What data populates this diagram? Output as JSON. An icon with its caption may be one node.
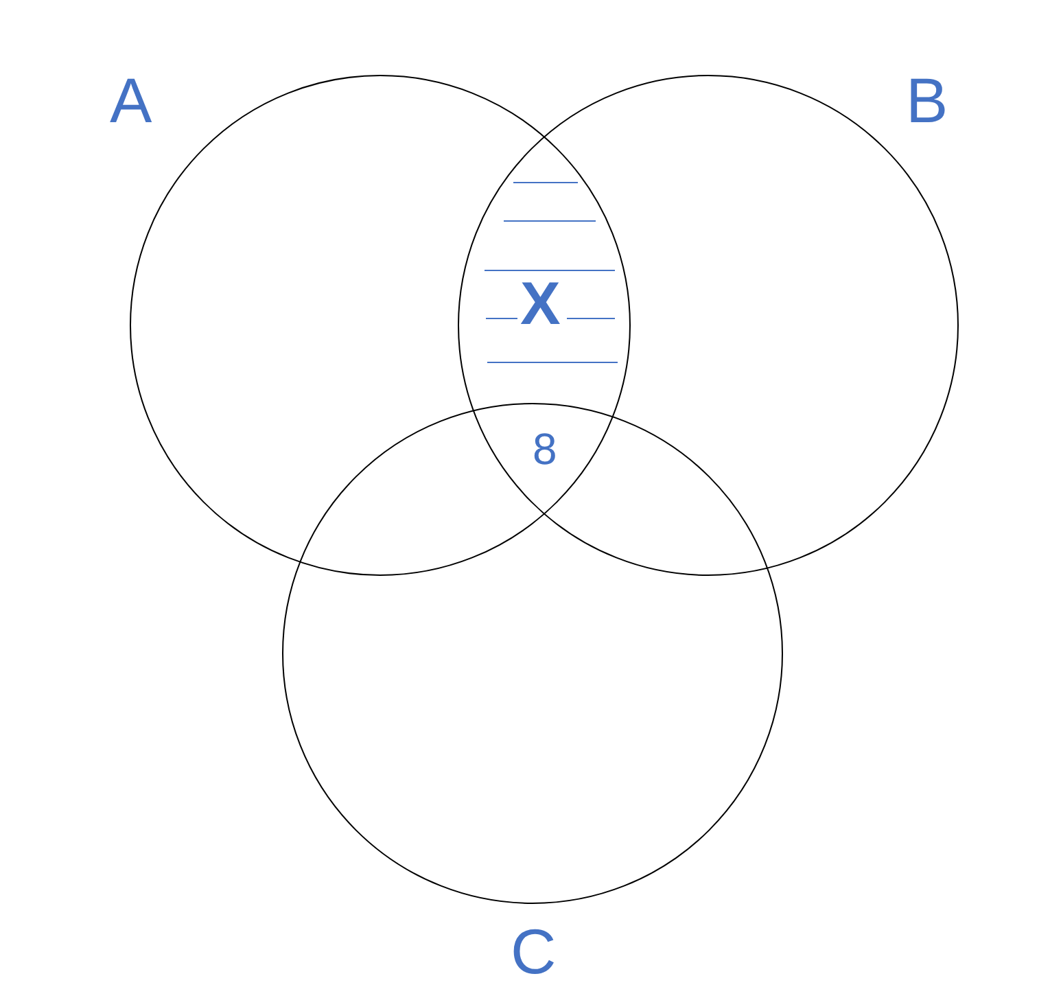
{
  "diagram": {
    "nodes": [
      {
        "text": [
          "A"
        ]
      },
      {
        "text": [
          "B"
        ]
      },
      {
        "text": [
          "C"
        ]
      }
    ],
    "edges": [],
    "labels": [
      "X",
      "8"
    ]
  }
}
